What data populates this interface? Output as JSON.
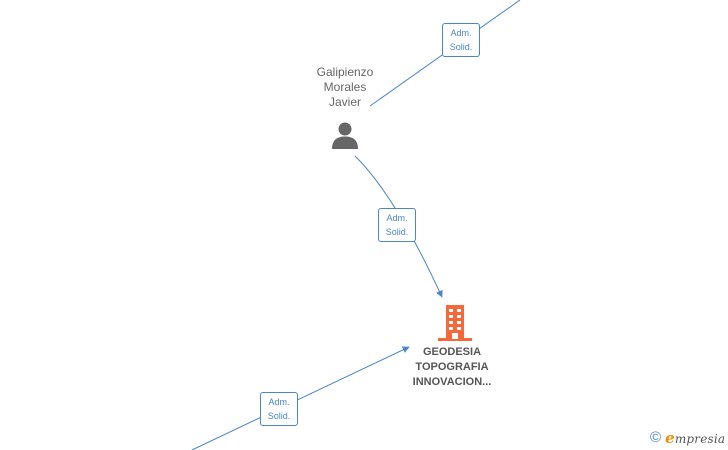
{
  "person": {
    "name_lines": [
      "Galipienzo",
      "Morales",
      "Javier"
    ]
  },
  "company": {
    "name_lines": [
      "GEODESIA",
      "TOPOGRAFIA",
      "INNOVACION..."
    ]
  },
  "edge_labels": [
    {
      "line1": "Adm.",
      "line2": "Solid."
    },
    {
      "line1": "Adm.",
      "line2": "Solid."
    },
    {
      "line1": "Adm.",
      "line2": "Solid."
    }
  ],
  "footer": {
    "copyright_symbol": "©",
    "brand_initial": "e",
    "brand_rest": "mpresia"
  },
  "colors": {
    "edge": "#4a86c8",
    "company_icon": "#f4683a",
    "person_icon": "#666666",
    "brand_accent": "#f28c00"
  }
}
